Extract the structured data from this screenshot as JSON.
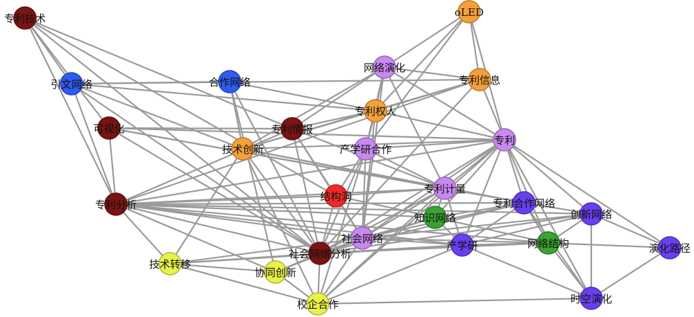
{
  "colors": {
    "dark_red": "#7a1414",
    "blue": "#2f5cf0",
    "orange": "#f5a03c",
    "violet": "#c889f0",
    "red": "#f02a2a",
    "purple": "#6a3ff0",
    "green": "#3aa332",
    "yellow": "#e8f24a",
    "edge": "#9a9a9a"
  },
  "nodes": [
    {
      "id": "zhuanli-jishu",
      "label": "专利技术",
      "color": "dark_red"
    },
    {
      "id": "yinwen-wangluo",
      "label": "引文网络",
      "color": "blue"
    },
    {
      "id": "hezuo-wangluo",
      "label": "合作网络",
      "color": "blue"
    },
    {
      "id": "keshihua",
      "label": "可视化",
      "color": "dark_red"
    },
    {
      "id": "zhuanli-qingbao",
      "label": "专利情报",
      "color": "dark_red"
    },
    {
      "id": "jishu-chuangxin",
      "label": "技术创新",
      "color": "orange"
    },
    {
      "id": "oled",
      "label": "oLED",
      "color": "orange"
    },
    {
      "id": "wangluo-yanhua",
      "label": "网络演化",
      "color": "violet"
    },
    {
      "id": "zhuanli-xinxi",
      "label": "专利信息",
      "color": "orange"
    },
    {
      "id": "zhuanli-quanren",
      "label": "专利权人",
      "color": "orange"
    },
    {
      "id": "chanxueyan-hezuo",
      "label": "产学研合作",
      "color": "violet"
    },
    {
      "id": "zhuanli",
      "label": "专利",
      "color": "violet"
    },
    {
      "id": "jiegoudong",
      "label": "结构洞",
      "color": "red"
    },
    {
      "id": "zhuanli-jiliang",
      "label": "专利计量",
      "color": "violet"
    },
    {
      "id": "zhuanli-fenxi",
      "label": "专利分析",
      "color": "dark_red"
    },
    {
      "id": "zhuanli-hezuo-wangluo",
      "label": "专利合作网络",
      "color": "purple"
    },
    {
      "id": "chuangxin-wangluo",
      "label": "创新网络",
      "color": "purple"
    },
    {
      "id": "zhishi-wangluo",
      "label": "知识网络",
      "color": "green"
    },
    {
      "id": "shehui-wangluo",
      "label": "社会网络",
      "color": "violet"
    },
    {
      "id": "chanxueyan",
      "label": "产学研",
      "color": "purple"
    },
    {
      "id": "wangluo-jiegou",
      "label": "网络结构",
      "color": "green"
    },
    {
      "id": "yanhua-lujing",
      "label": "演化路径",
      "color": "purple"
    },
    {
      "id": "shehui-wangluo-fenxi",
      "label": "社会网络分析",
      "color": "dark_red"
    },
    {
      "id": "jishu-zhuanyi",
      "label": "技术转移",
      "color": "yellow"
    },
    {
      "id": "xietong-chuangxin",
      "label": "协同创新",
      "color": "yellow"
    },
    {
      "id": "xiaoqi-hezuo",
      "label": "校企合作",
      "color": "yellow"
    },
    {
      "id": "shikong-yanhua",
      "label": "时空演化",
      "color": "purple"
    }
  ],
  "edges": [
    [
      "zhuanli-jishu",
      "yinwen-wangluo"
    ],
    [
      "zhuanli-jishu",
      "keshihua"
    ],
    [
      "zhuanli-jishu",
      "zhuanli-qingbao"
    ],
    [
      "zhuanli-jishu",
      "zhuanli-fenxi"
    ],
    [
      "zhuanli-jishu",
      "shehui-wangluo-fenxi"
    ],
    [
      "zhuanli-jishu",
      "jiegoudong"
    ],
    [
      "yinwen-wangluo",
      "hezuo-wangluo"
    ],
    [
      "yinwen-wangluo",
      "zhuanli-quanren"
    ],
    [
      "yinwen-wangluo",
      "zhuanli-fenxi"
    ],
    [
      "yinwen-wangluo",
      "shehui-wangluo-fenxi"
    ],
    [
      "yinwen-wangluo",
      "zhuanli-xinxi"
    ],
    [
      "yinwen-wangluo",
      "jishu-chuangxin"
    ],
    [
      "hezuo-wangluo",
      "zhuanli-quanren"
    ],
    [
      "hezuo-wangluo",
      "jishu-chuangxin"
    ],
    [
      "hezuo-wangluo",
      "xietong-chuangxin"
    ],
    [
      "hezuo-wangluo",
      "shehui-wangluo-fenxi"
    ],
    [
      "keshihua",
      "zhuanli-qingbao"
    ],
    [
      "keshihua",
      "zhuanli-fenxi"
    ],
    [
      "keshihua",
      "shehui-wangluo-fenxi"
    ],
    [
      "keshihua",
      "zhuanli-hezuo-wangluo"
    ],
    [
      "keshihua",
      "zhuanli-jiliang"
    ],
    [
      "keshihua",
      "zhuanli"
    ],
    [
      "zhuanli-qingbao",
      "zhuanli-fenxi"
    ],
    [
      "zhuanli-qingbao",
      "shehui-wangluo-fenxi"
    ],
    [
      "zhuanli-qingbao",
      "zhuanli-quanren"
    ],
    [
      "zhuanli-qingbao",
      "wangluo-yanhua"
    ],
    [
      "zhuanli-qingbao",
      "jiegoudong"
    ],
    [
      "zhuanli-qingbao",
      "shehui-wangluo"
    ],
    [
      "zhuanli-qingbao",
      "zhuanli-jiliang"
    ],
    [
      "jishu-chuangxin",
      "zhuanli-xinxi"
    ],
    [
      "jishu-chuangxin",
      "zhuanli-quanren"
    ],
    [
      "jishu-chuangxin",
      "jishu-zhuanyi"
    ],
    [
      "jishu-chuangxin",
      "shehui-wangluo-fenxi"
    ],
    [
      "jishu-chuangxin",
      "xiaoqi-hezuo"
    ],
    [
      "jishu-chuangxin",
      "zhuanli-jiliang"
    ],
    [
      "jishu-chuangxin",
      "zhuanli-hezuo-wangluo"
    ],
    [
      "jishu-chuangxin",
      "zhuanli"
    ],
    [
      "oled",
      "wangluo-yanhua"
    ],
    [
      "oled",
      "zhuanli-xinxi"
    ],
    [
      "oled",
      "zhuanli-quanren"
    ],
    [
      "oled",
      "zhuanli"
    ],
    [
      "oled",
      "chanxueyan-hezuo"
    ],
    [
      "wangluo-yanhua",
      "zhuanli-xinxi"
    ],
    [
      "wangluo-yanhua",
      "zhuanli-quanren"
    ],
    [
      "wangluo-yanhua",
      "zhuanli"
    ],
    [
      "wangluo-yanhua",
      "zhuanli-jiliang"
    ],
    [
      "wangluo-yanhua",
      "shehui-wangluo"
    ],
    [
      "wangluo-yanhua",
      "chanxueyan-hezuo"
    ],
    [
      "wangluo-yanhua",
      "jishu-chuangxin"
    ],
    [
      "zhuanli-xinxi",
      "zhuanli-quanren"
    ],
    [
      "zhuanli-xinxi",
      "zhuanli"
    ],
    [
      "zhuanli-xinxi",
      "shehui-wangluo-fenxi"
    ],
    [
      "zhuanli-quanren",
      "zhuanli"
    ],
    [
      "zhuanli-quanren",
      "chanxueyan-hezuo"
    ],
    [
      "zhuanli-quanren",
      "shehui-wangluo"
    ],
    [
      "chanxueyan-hezuo",
      "zhuanli"
    ],
    [
      "chanxueyan-hezuo",
      "shehui-wangluo-fenxi"
    ],
    [
      "chanxueyan-hezuo",
      "jiegoudong"
    ],
    [
      "chanxueyan-hezuo",
      "shehui-wangluo"
    ],
    [
      "chanxueyan-hezuo",
      "xiaoqi-hezuo"
    ],
    [
      "chanxueyan-hezuo",
      "zhuanli-jiliang"
    ],
    [
      "zhuanli",
      "zhuanli-jiliang"
    ],
    [
      "zhuanli",
      "zhuanli-hezuo-wangluo"
    ],
    [
      "zhuanli",
      "chuangxin-wangluo"
    ],
    [
      "zhuanli",
      "wangluo-jiegou"
    ],
    [
      "zhuanli",
      "yanhua-lujing"
    ],
    [
      "zhuanli",
      "chanxueyan"
    ],
    [
      "zhuanli",
      "zhishi-wangluo"
    ],
    [
      "zhuanli",
      "shehui-wangluo"
    ],
    [
      "zhuanli",
      "shehui-wangluo-fenxi"
    ],
    [
      "zhuanli",
      "shikong-yanhua"
    ],
    [
      "zhuanli",
      "xiaoqi-hezuo"
    ],
    [
      "zhuanli",
      "zhuanli-fenxi"
    ],
    [
      "jiegoudong",
      "shehui-wangluo-fenxi"
    ],
    [
      "jiegoudong",
      "zhuanli-jiliang"
    ],
    [
      "jiegoudong",
      "shehui-wangluo"
    ],
    [
      "jiegoudong",
      "zhishi-wangluo"
    ],
    [
      "zhuanli-jiliang",
      "zhuanli-hezuo-wangluo"
    ],
    [
      "zhuanli-jiliang",
      "chanxueyan"
    ],
    [
      "zhuanli-jiliang",
      "shehui-wangluo"
    ],
    [
      "zhuanli-jiliang",
      "shehui-wangluo-fenxi"
    ],
    [
      "zhuanli-jiliang",
      "zhishi-wangluo"
    ],
    [
      "zhuanli-jiliang",
      "zhuanli-fenxi"
    ],
    [
      "zhuanli-jiliang",
      "xiaoqi-hezuo"
    ],
    [
      "zhuanli-fenxi",
      "shehui-wangluo-fenxi"
    ],
    [
      "zhuanli-fenxi",
      "shehui-wangluo"
    ],
    [
      "zhuanli-fenxi",
      "zhuanli-hezuo-wangluo"
    ],
    [
      "zhuanli-fenxi",
      "zhishi-wangluo"
    ],
    [
      "zhuanli-fenxi",
      "chuangxin-wangluo"
    ],
    [
      "zhuanli-fenxi",
      "chanxueyan"
    ],
    [
      "zhuanli-fenxi",
      "wangluo-jiegou"
    ],
    [
      "zhuanli-fenxi",
      "jishu-zhuanyi"
    ],
    [
      "zhuanli-fenxi",
      "xietong-chuangxin"
    ],
    [
      "zhuanli-fenxi",
      "jiegoudong"
    ],
    [
      "zhuanli-fenxi",
      "zhuanli-xinxi"
    ],
    [
      "zhuanli-hezuo-wangluo",
      "chuangxin-wangluo"
    ],
    [
      "zhuanli-hezuo-wangluo",
      "wangluo-jiegou"
    ],
    [
      "zhuanli-hezuo-wangluo",
      "shehui-wangluo"
    ],
    [
      "zhuanli-hezuo-wangluo",
      "chanxueyan"
    ],
    [
      "zhuanli-hezuo-wangluo",
      "shikong-yanhua"
    ],
    [
      "zhuanli-hezuo-wangluo",
      "shehui-wangluo-fenxi"
    ],
    [
      "zhuanli-hezuo-wangluo",
      "zhishi-wangluo"
    ],
    [
      "chuangxin-wangluo",
      "wangluo-jiegou"
    ],
    [
      "chuangxin-wangluo",
      "yanhua-lujing"
    ],
    [
      "chuangxin-wangluo",
      "shikong-yanhua"
    ],
    [
      "chuangxin-wangluo",
      "shehui-wangluo"
    ],
    [
      "chuangxin-wangluo",
      "chanxueyan"
    ],
    [
      "chuangxin-wangluo",
      "shehui-wangluo-fenxi"
    ],
    [
      "zhishi-wangluo",
      "shehui-wangluo"
    ],
    [
      "zhishi-wangluo",
      "wangluo-jiegou"
    ],
    [
      "zhishi-wangluo",
      "chanxueyan"
    ],
    [
      "zhishi-wangluo",
      "shehui-wangluo-fenxi"
    ],
    [
      "shehui-wangluo",
      "chanxueyan"
    ],
    [
      "shehui-wangluo",
      "wangluo-jiegou"
    ],
    [
      "shehui-wangluo",
      "shehui-wangluo-fenxi"
    ],
    [
      "shehui-wangluo",
      "xiaoqi-hezuo"
    ],
    [
      "shehui-wangluo",
      "jishu-zhuanyi"
    ],
    [
      "shehui-wangluo",
      "xietong-chuangxin"
    ],
    [
      "chanxueyan",
      "wangluo-jiegou"
    ],
    [
      "chanxueyan",
      "shikong-yanhua"
    ],
    [
      "chanxueyan",
      "xiaoqi-hezuo"
    ],
    [
      "chanxueyan",
      "shehui-wangluo-fenxi"
    ],
    [
      "chanxueyan",
      "jishu-zhuanyi"
    ],
    [
      "wangluo-jiegou",
      "yanhua-lujing"
    ],
    [
      "wangluo-jiegou",
      "shikong-yanhua"
    ],
    [
      "wangluo-jiegou",
      "shehui-wangluo-fenxi"
    ],
    [
      "yanhua-lujing",
      "shikong-yanhua"
    ],
    [
      "shehui-wangluo-fenxi",
      "jishu-zhuanyi"
    ],
    [
      "shehui-wangluo-fenxi",
      "xietong-chuangxin"
    ],
    [
      "shehui-wangluo-fenxi",
      "xiaoqi-hezuo"
    ],
    [
      "jishu-zhuanyi",
      "xiaoqi-hezuo"
    ],
    [
      "jishu-zhuanyi",
      "xietong-chuangxin"
    ],
    [
      "xietong-chuangxin",
      "xiaoqi-hezuo"
    ],
    [
      "shikong-yanhua",
      "xiaoqi-hezuo"
    ]
  ]
}
